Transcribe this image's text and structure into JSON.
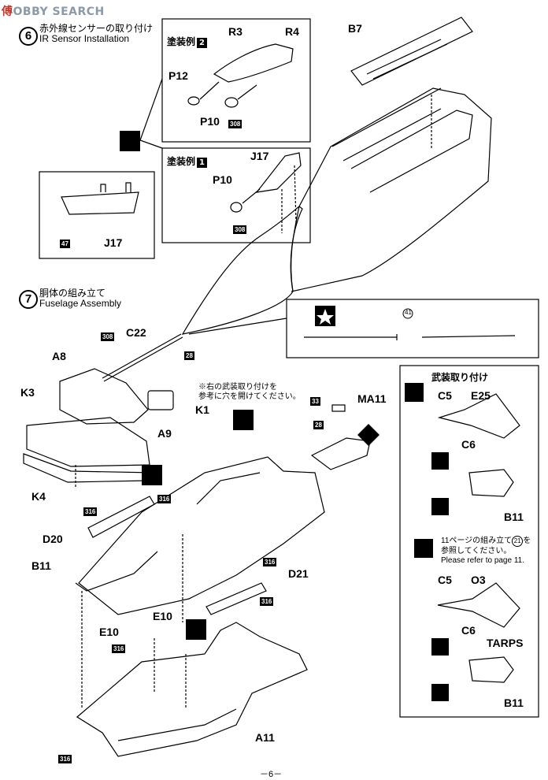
{
  "watermark": {
    "red": "傅",
    "rest": "OBBY SEARCH"
  },
  "step6": {
    "num": "6",
    "jp": "赤外線センサーの取り付け",
    "en": "IR Sensor Installation"
  },
  "step7": {
    "num": "7",
    "jp": "胴体の組み立て",
    "en": "Fuselage Assembly"
  },
  "paint": {
    "label": "塗装例",
    "opt2": "2",
    "opt1": "1"
  },
  "weapons": {
    "title": "武装取り付け"
  },
  "notes": {
    "armament_hole": "※右の武装取り付けを\n参考に穴を開けてください。",
    "page11_jp": "11ページの組み立て",
    "page11_num": "21",
    "page11_jp2": "を",
    "page11_jp3": "参照してください。",
    "page11_en": "Please refer to page 11."
  },
  "parts": {
    "R3": "R3",
    "R4": "R4",
    "B7": "B7",
    "P12": "P12",
    "P10a": "P10",
    "P10b": "P10",
    "J17a": "J17",
    "J17b": "J17",
    "C22": "C22",
    "A8": "A8",
    "K3": "K3",
    "K1": "K1",
    "A9": "A9",
    "K4": "K4",
    "MA11": "MA11",
    "D20": "D20",
    "B11a": "B11",
    "D21": "D21",
    "E10a": "E10",
    "E10b": "E10",
    "A11": "A11",
    "C5a": "C5",
    "E25": "E25",
    "C6a": "C6",
    "B11b": "B11",
    "C5b": "C5",
    "O3": "O3",
    "C6b": "C6",
    "TARPS": "TARPS",
    "B11c": "B11"
  },
  "tags": {
    "t308a": "308",
    "t308b": "308",
    "t47": "47",
    "t308c": "308",
    "t28a": "28",
    "t33": "33",
    "t28b": "28",
    "t316a": "316",
    "t316b": "316",
    "t316c": "316",
    "t316d": "316",
    "t316e": "316",
    "t316f": "316"
  },
  "callout_41": "41",
  "page_number": "－6－"
}
